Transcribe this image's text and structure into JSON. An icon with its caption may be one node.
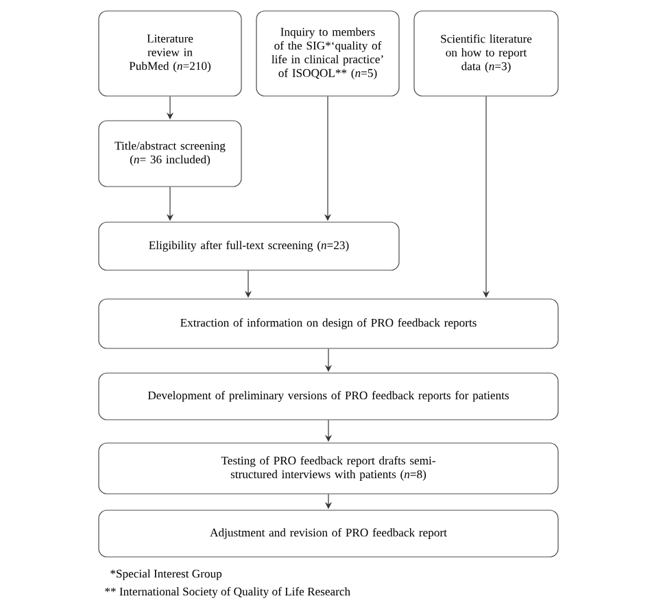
{
  "diagram": {
    "nodes": [
      {
        "text": [
          "Literature review in PubMed (*n*=210)"
        ]
      },
      {
        "text": [
          "Inquiry to members of the SIG*‘quality of life in clinical practice’ of ISOQOL** (*n*=5)"
        ]
      },
      {
        "text": [
          "Scientific literature on how to report data (*n*=3)"
        ]
      },
      {
        "text": [
          "Title/abstract screening (*n*= 36 included)"
        ]
      },
      {
        "text": [
          "Eligibility after full-text screening (*n*=23)"
        ]
      },
      {
        "text": [
          "Extraction of information on design of PRO feedback reports"
        ]
      },
      {
        "text": [
          "Development of preliminary versions of PRO feedback reports for patients"
        ]
      },
      {
        "text": [
          "Testing of PRO feedback report drafts semi-structured interviews with patients (*n*=8)"
        ]
      },
      {
        "text": [
          "Adjustment and revision of PRO feedback report"
        ]
      }
    ],
    "edges": [
      {
        "from": 0,
        "to": 3,
        "arrow": "to"
      },
      {
        "from": 3,
        "to": 4,
        "arrow": "to"
      },
      {
        "from": 1,
        "to": 4,
        "arrow": "to"
      },
      {
        "from": 4,
        "to": 5,
        "arrow": "to"
      },
      {
        "from": 2,
        "to": 5,
        "arrow": "to"
      },
      {
        "from": 5,
        "to": 6,
        "arrow": "to"
      },
      {
        "from": 6,
        "to": 7,
        "arrow": "to"
      },
      {
        "from": 7,
        "to": 8,
        "arrow": "to"
      }
    ],
    "labels": [
      "*Special Interest Group",
      "** International Society of Quality of Life Research"
    ]
  }
}
